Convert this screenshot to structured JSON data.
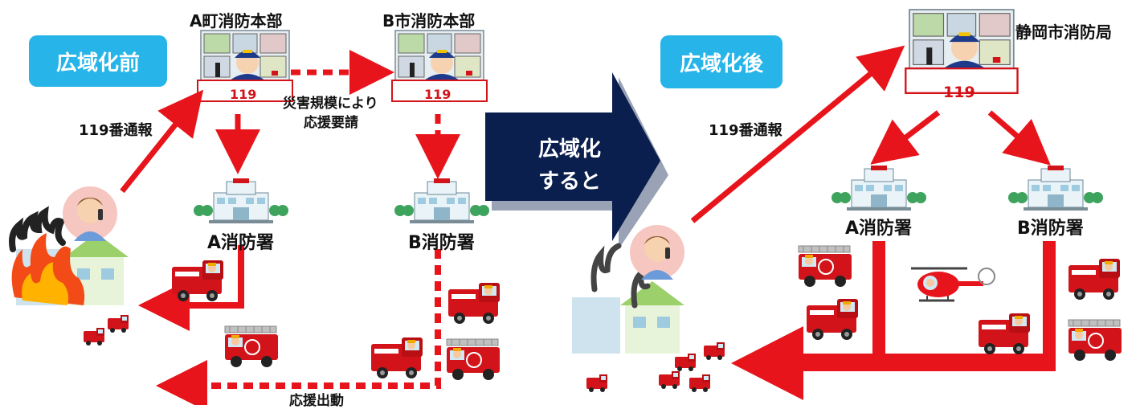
{
  "before": {
    "badge": "広域化前",
    "hq_a": "A町消防本部",
    "hq_b": "B市消防本部",
    "station_a": "A消防署",
    "station_b": "B消防署",
    "call": "119番通報",
    "request_line1": "災害規模により",
    "request_line2": "応援要請",
    "dispatch": "応援出動",
    "sign": "119"
  },
  "transition": {
    "line1": "広域化",
    "line2": "すると"
  },
  "after": {
    "badge": "広域化後",
    "hq": "静岡市消防局",
    "call": "119番通報",
    "station_a": "A消防署",
    "station_b": "B消防署",
    "sign": "119"
  },
  "colors": {
    "badge": "#27b4e8",
    "arrow_red": "#e8141b",
    "navy": "#0b1f4f",
    "fire_red": "#d2141a"
  }
}
